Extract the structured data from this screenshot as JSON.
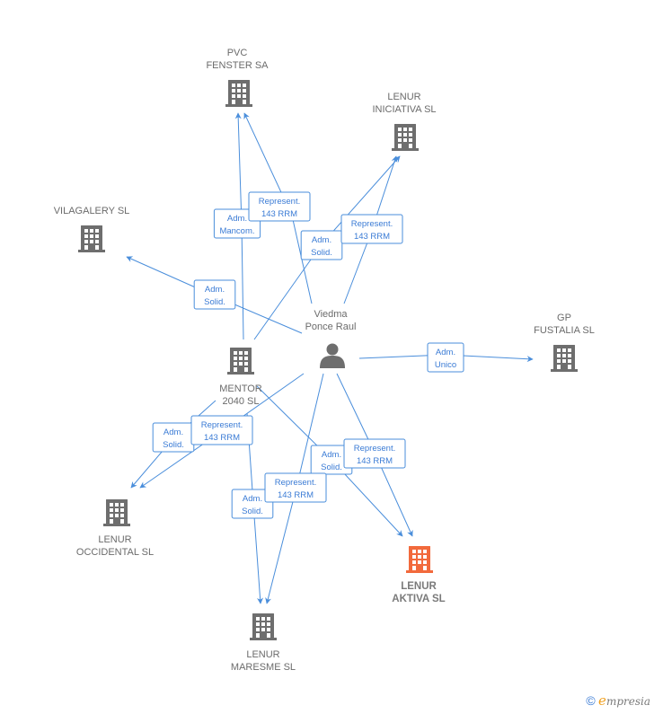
{
  "nodes": [
    {
      "id": "pvc",
      "type": "company",
      "lines": [
        "PVC",
        "FENSTER SA"
      ]
    },
    {
      "id": "iniciativa",
      "type": "company",
      "lines": [
        "LENUR",
        "INICIATIVA SL"
      ]
    },
    {
      "id": "vilagalery",
      "type": "company",
      "lines": [
        "VILAGALERY SL"
      ]
    },
    {
      "id": "viedma",
      "type": "person",
      "lines": [
        "Viedma",
        "Ponce Raul"
      ]
    },
    {
      "id": "gp",
      "type": "company",
      "lines": [
        "GP",
        "FUSTALIA SL"
      ]
    },
    {
      "id": "mentor",
      "type": "company",
      "lines": [
        "MENTOR",
        "2040  SL"
      ]
    },
    {
      "id": "occidental",
      "type": "company",
      "lines": [
        "LENUR",
        "OCCIDENTAL SL"
      ]
    },
    {
      "id": "aktiva",
      "type": "company",
      "highlight": true,
      "lines": [
        "LENUR",
        "AKTIVA SL"
      ]
    },
    {
      "id": "maresme",
      "type": "company",
      "lines": [
        "LENUR",
        "MARESME SL"
      ]
    }
  ],
  "edges": [
    {
      "from": "mentor",
      "to": "pvc",
      "label": [
        "Adm.",
        "Mancom."
      ]
    },
    {
      "from": "viedma",
      "to": "pvc",
      "label": [
        "Represent.",
        "143 RRM"
      ]
    },
    {
      "from": "mentor",
      "to": "iniciativa",
      "label": [
        "Adm.",
        "Solid."
      ]
    },
    {
      "from": "viedma",
      "to": "iniciativa",
      "label": [
        "Represent.",
        "143 RRM"
      ]
    },
    {
      "from": "viedma",
      "to": "vilagalery",
      "label": [
        "Adm.",
        "Solid."
      ]
    },
    {
      "from": "viedma",
      "to": "gp",
      "label": [
        "Adm.",
        "Unico"
      ]
    },
    {
      "from": "mentor",
      "to": "occidental",
      "label": [
        "Adm.",
        "Solid."
      ]
    },
    {
      "from": "viedma",
      "to": "occidental",
      "label": [
        "Represent.",
        "143 RRM"
      ]
    },
    {
      "from": "mentor",
      "to": "aktiva",
      "label": [
        "Adm.",
        "Solid."
      ]
    },
    {
      "from": "viedma",
      "to": "aktiva",
      "label": [
        "Represent.",
        "143 RRM"
      ]
    },
    {
      "from": "mentor",
      "to": "maresme",
      "label": [
        "Adm.",
        "Solid."
      ]
    },
    {
      "from": "viedma",
      "to": "maresme",
      "label": [
        "Represent.",
        "143 RRM"
      ]
    }
  ],
  "colors": {
    "edge": "#4a8edb",
    "company_icon": "#6e6e6e",
    "highlight_icon": "#f26a3c",
    "label_text": "#3a7bd5"
  },
  "footer": {
    "copyright": "©",
    "brand_initial": "e",
    "brand_rest": "mpresia"
  }
}
